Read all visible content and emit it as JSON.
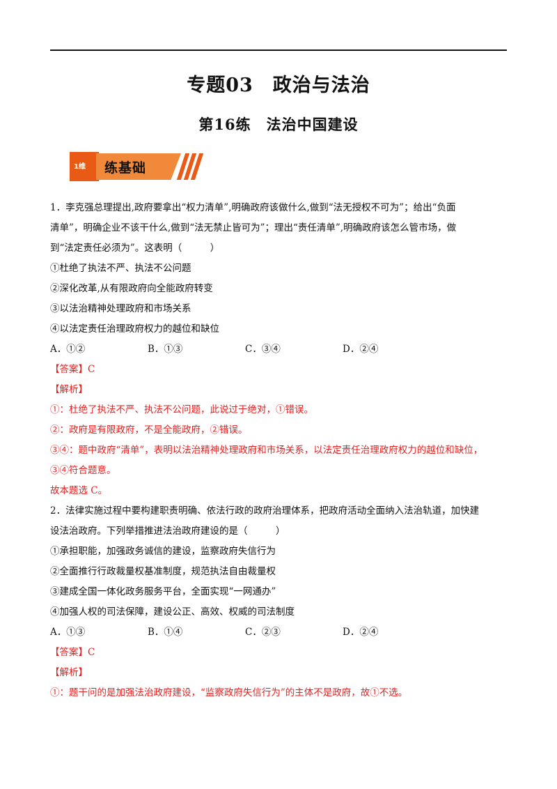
{
  "header": {
    "title": "专题03　政治与法治",
    "subtitle": "第16练　法治中国建设"
  },
  "banner": {
    "lead": "1维",
    "label": "练基础"
  },
  "q1": {
    "stem_lines": [
      "1．李克强总理提出,政府要拿出“权力清单”,明确政府该做什么,做到“法无授权不可为”；给出“负面",
      "清单”，明确企业不该干什么,做到“法无禁止皆可为”；理出“责任清单”,明确政府该怎么管市场，做",
      "到“法定责任必须为”。这表明（　　　）"
    ],
    "items": [
      "①杜绝了执法不严、执法不公问题",
      "②深化改革,从有限政府向全能政府转变",
      "③以法治精神处理政府和市场关系",
      "④以法定责任治理政府权力的越位和缺位"
    ],
    "options": [
      "A．①②",
      "B．①③",
      "C．③④",
      "D．②④"
    ],
    "answer_label": "【答案】",
    "answer": "C",
    "analysis_label": "【解析】",
    "analysis": [
      "①：杜绝了执法不严、执法不公问题，此说过于绝对，①错误。",
      "②：政府是有限政府，不是全能政府，②错误。",
      "③④：题中政府“清单”，表明以法治精神处理政府和市场关系，以法定责任治理政府权力的越位和缺位，",
      "③④符合题意。"
    ],
    "conclusion": "故本题选 C。"
  },
  "q2": {
    "stem_lines": [
      "2．法律实施过程中要构建职责明确、依法行政的政府治理体系，把政府活动全面纳入法治轨道，加快建",
      "设法治政府。下列举措推进法治政府建设的是（　　　）"
    ],
    "items": [
      "①承担职能，加强政务诚信的建设，监察政府失信行为",
      "②全面推行行政裁量权基准制度，规范执法自由裁量权",
      "③建成全国一体化政务服务平台，全面实现“一网通办”",
      "④加强人权的司法保障，建设公正、高效、权威的司法制度"
    ],
    "options": [
      "A．①③",
      "B．①④",
      "C．②③",
      "D．②④"
    ],
    "answer_label": "【答案】",
    "answer": "C",
    "analysis_label": "【解析】",
    "analysis": [
      "①：题干问的是加强法治政府建设，“监察政府失信行为”的主体不是政府，故①不选。"
    ]
  }
}
